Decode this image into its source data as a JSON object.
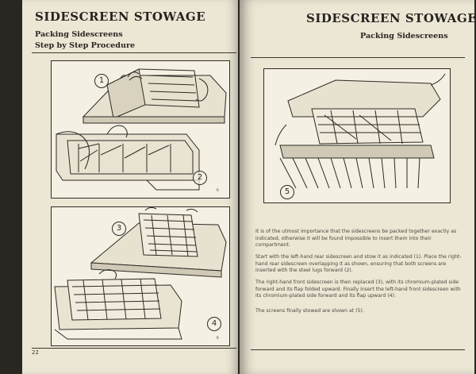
{
  "left_page": {
    "title": "SIDESCREEN STOWAGE",
    "subtitle_1": "Packing Sidescreens",
    "subtitle_2": "Step by Step Procedure",
    "figure_labels": [
      "1",
      "2",
      "3",
      "4"
    ],
    "artist_marks": [
      "R",
      "R"
    ],
    "page_number": "22"
  },
  "right_page": {
    "title": "SIDESCREEN STOWAGE",
    "subtitle": "Packing Sidescreens",
    "figure_label": "5",
    "paragraphs": [
      "It is of the utmost importance that the sidescreens be packed together exactly as indicated, otherwise it will be found impossible to insert them into their compartment.",
      "Start with the left-hand rear sidescreen and stow it as indicated (1). Place the right-hand rear sidescreen overlapping it as shown, ensuring that both screens are inserted with the steel lugs forward (2).",
      "The right-hand front sidescreen is then replaced (3), with its chromium-plated side forward and its flap folded upward. Finally insert the left-hand front sidescreen with its chromium-plated side forward and its flap upward (4).",
      "The screens finally stowed are shown at (5)."
    ]
  }
}
